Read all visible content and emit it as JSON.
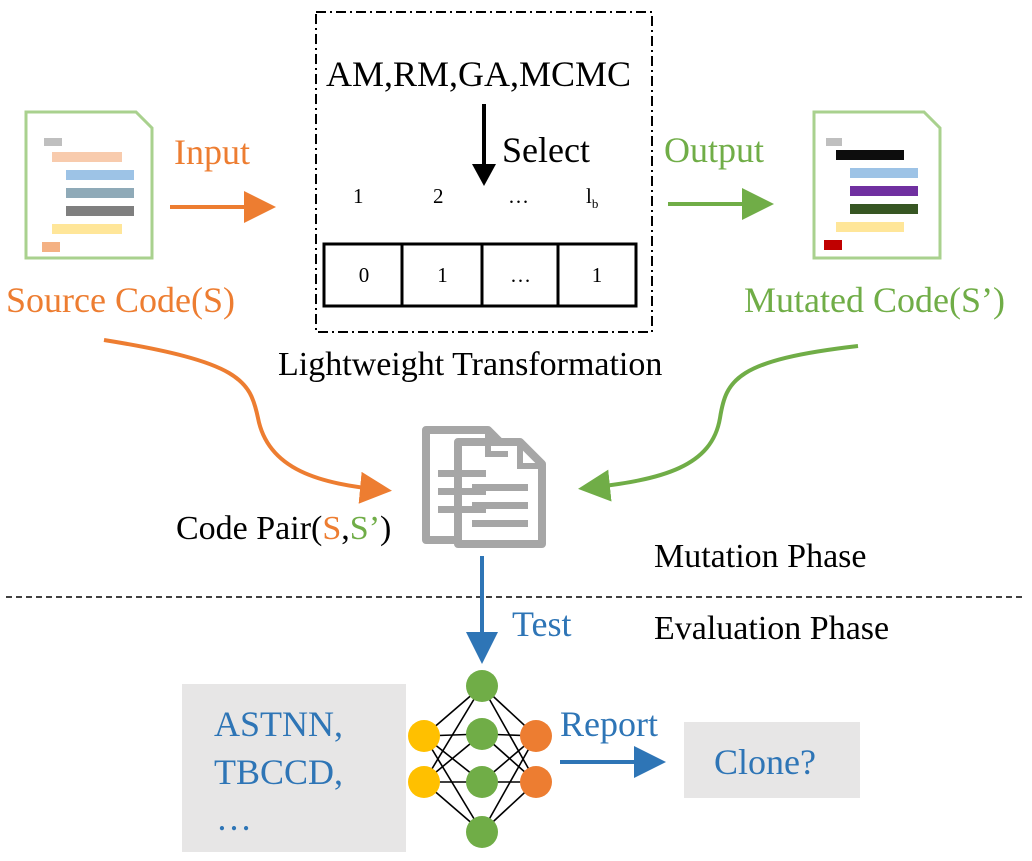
{
  "transformation": {
    "methods": "AM,RM,GA,MCMC",
    "select": "Select",
    "index_labels": [
      "1",
      "2",
      "…",
      "l"
    ],
    "index_subscript": "b",
    "bit_values": [
      "0",
      "1",
      "…",
      "1"
    ],
    "caption": "Lightweight Transformation"
  },
  "input_label": "Input",
  "output_label": "Output",
  "source_code_label": "Source Code(S)",
  "mutated_code_label": "Mutated Code(S’)",
  "code_pair": {
    "prefix": "Code Pair(",
    "s": "S",
    "comma": ",",
    "s_prime": "S’",
    "suffix": ")"
  },
  "phases": {
    "mutation": "Mutation Phase",
    "evaluation": "Evaluation Phase"
  },
  "test_label": "Test",
  "report_label": "Report",
  "models": [
    "ASTNN,",
    "TBCCD,",
    "…"
  ],
  "result_label": "Clone?",
  "colors": {
    "source": "#ED7D31",
    "mutated": "#70AD47",
    "evaluation": "#2E75B6"
  }
}
